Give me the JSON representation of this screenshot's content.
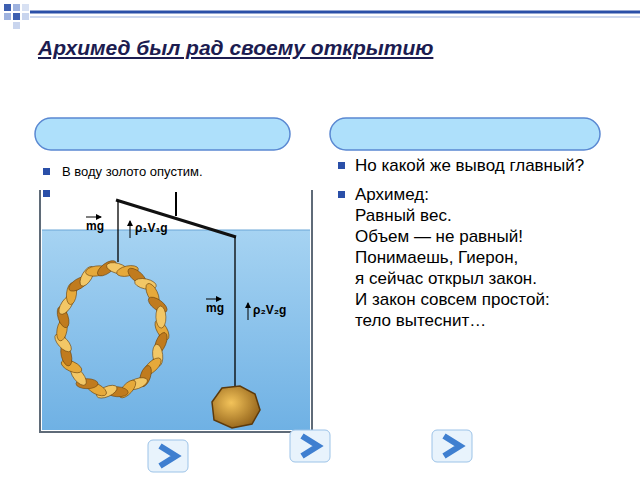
{
  "diagram": {
    "title": "Архимед был рад своему открытию",
    "labels": [
      "В воду золото опустим.",
      "Но какой же вывод главный?",
      "Архимед:",
      "Равный вес.",
      "Объем — не равный!",
      "Понимаешь, Гиерон,",
      "я сейчас открыл закон.",
      "И закон совсем простой:",
      "тело вытеснит…",
      "mg",
      "ρ₁V₁g",
      "mg",
      "ρ₂V₂g"
    ]
  }
}
